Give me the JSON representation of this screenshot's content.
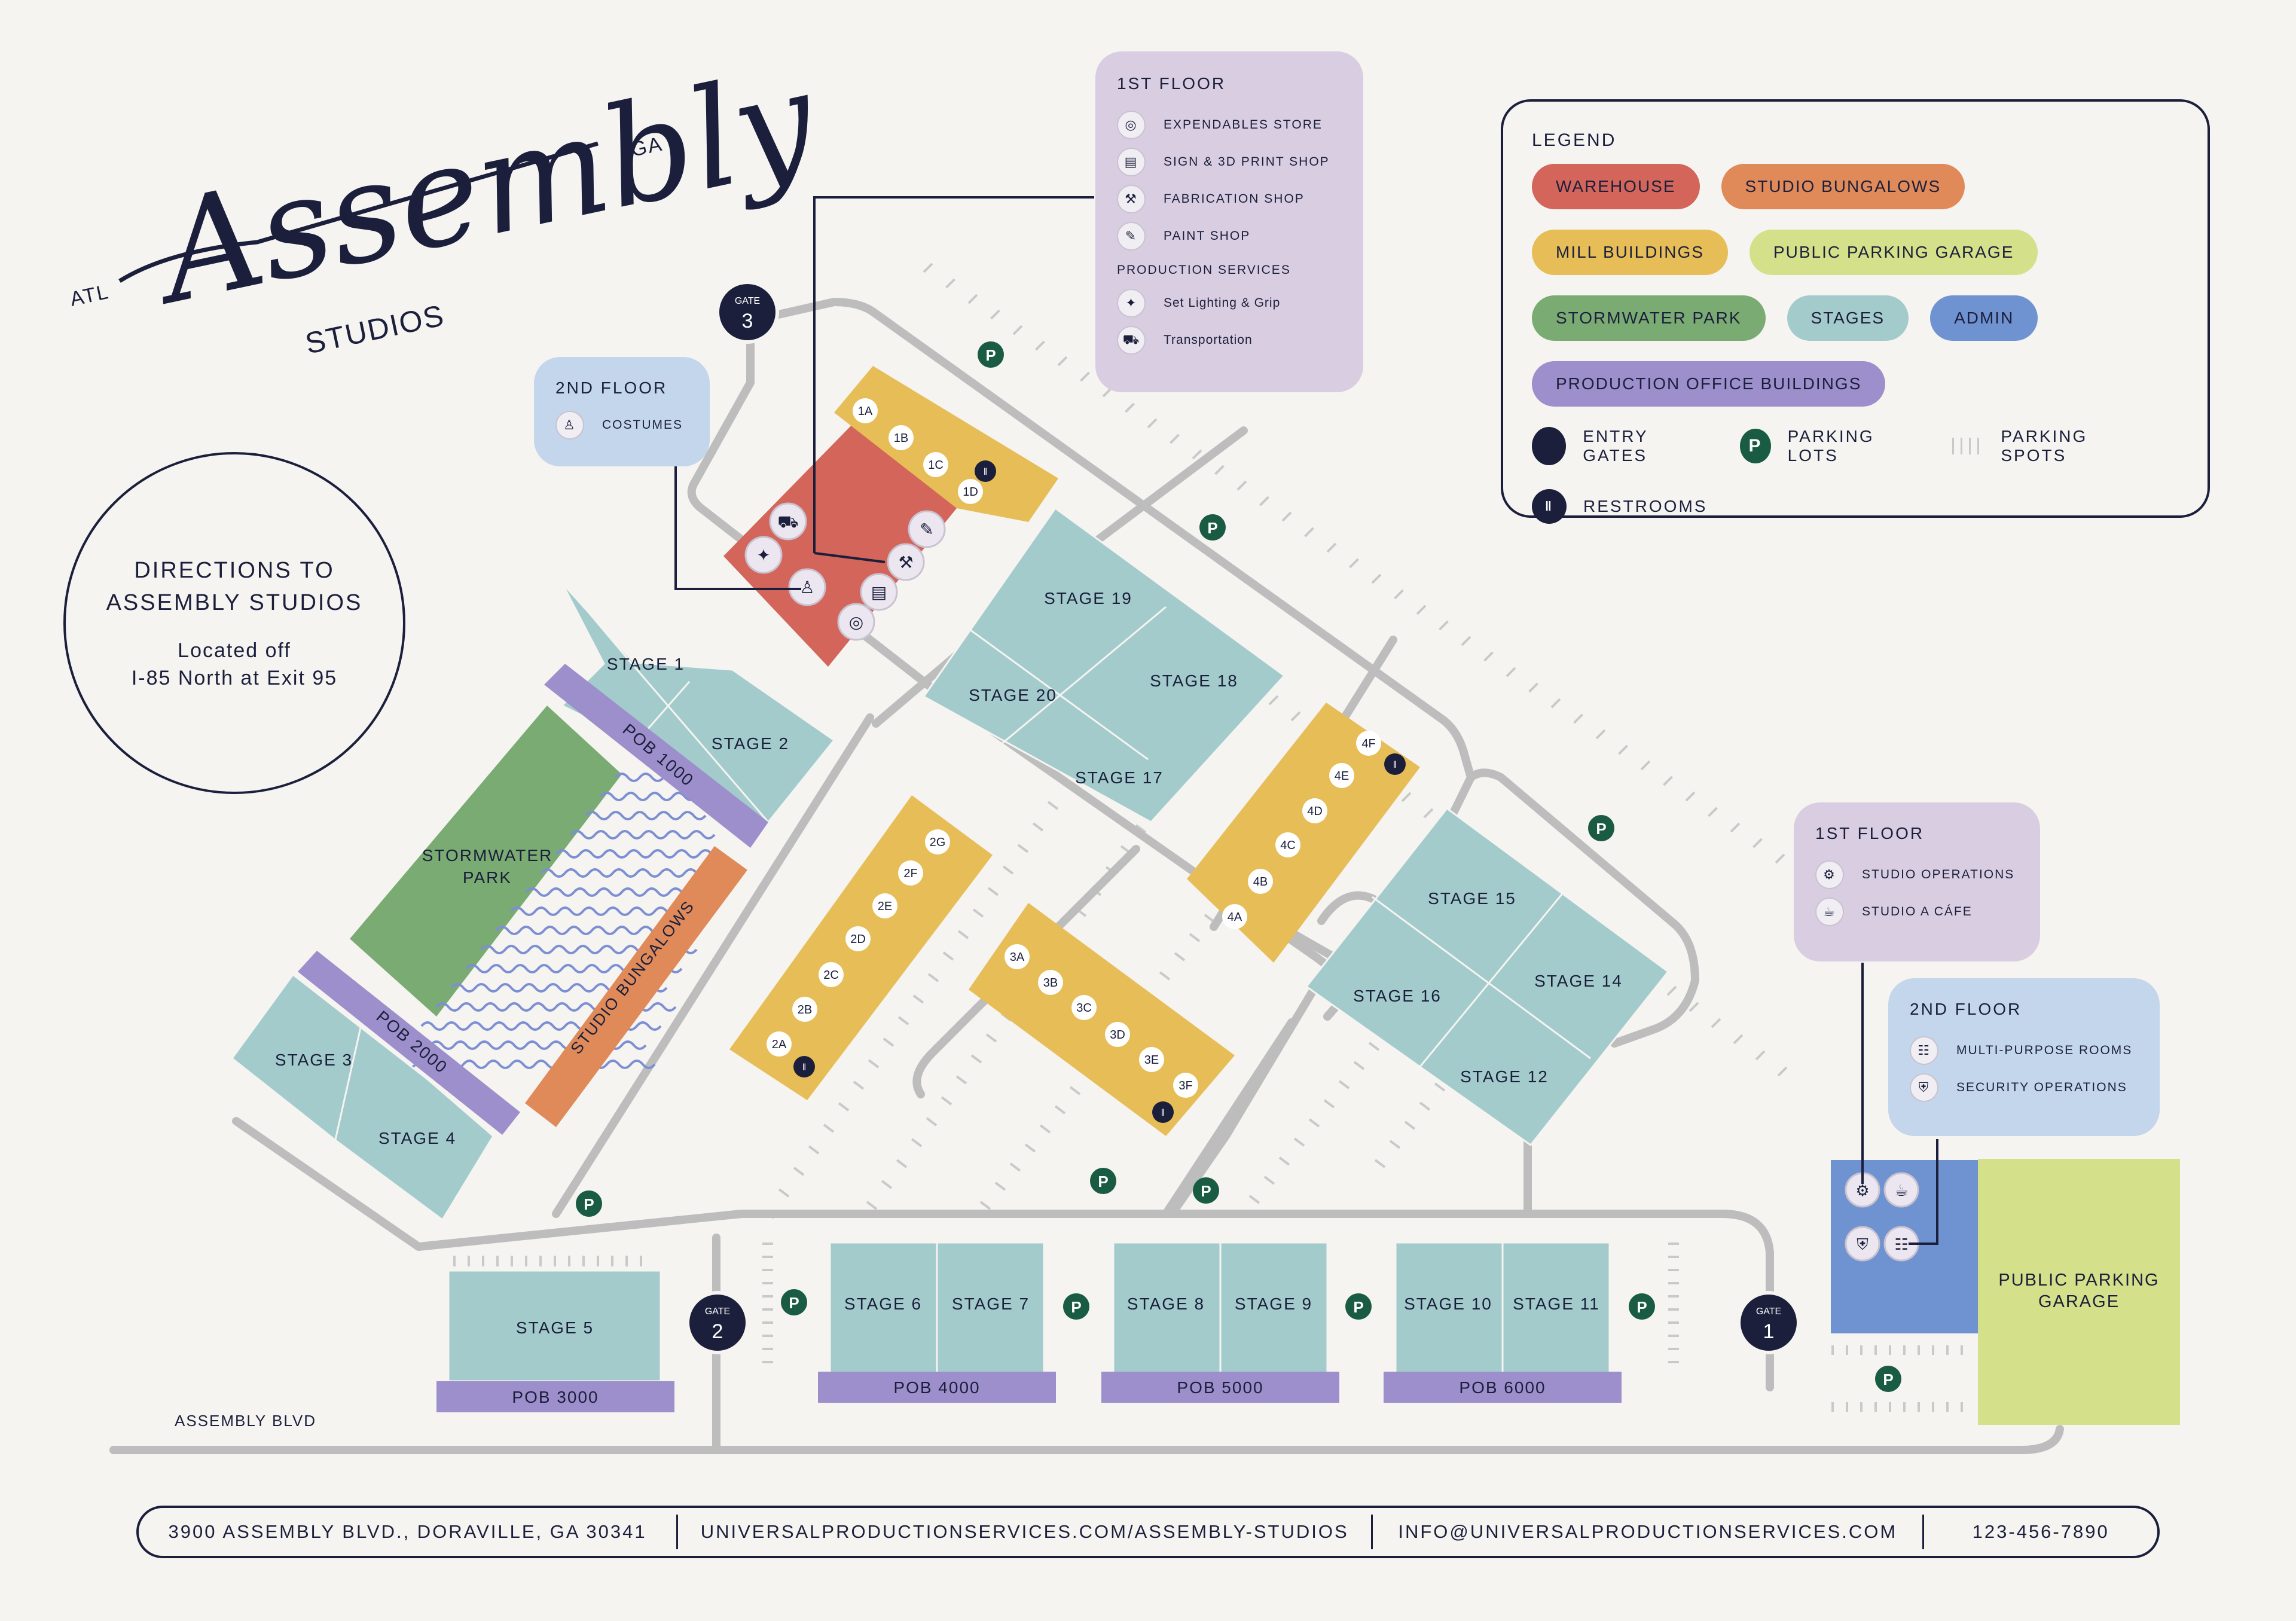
{
  "logo": {
    "script": "Assembly",
    "left_text": "ATL",
    "right_text": "GA",
    "sub_text": "STUDIOS"
  },
  "directions": {
    "title_line1": "DIRECTIONS TO",
    "title_line2": "ASSEMBLY STUDIOS",
    "sub_line1": "Located off",
    "sub_line2": "I-85 North at Exit 95"
  },
  "legend": {
    "title": "LEGEND",
    "chips": [
      {
        "label": "WAREHOUSE",
        "color": "#d4655a"
      },
      {
        "label": "STUDIO BUNGALOWS",
        "color": "#e08a5a"
      },
      {
        "label": "MILL BUILDINGS",
        "color": "#e7bd57"
      },
      {
        "label": "PUBLIC PARKING GARAGE",
        "color": "#d5e08a"
      },
      {
        "label": "STORMWATER PARK",
        "color": "#7aab73"
      },
      {
        "label": "STAGES",
        "color": "#a3cbcc"
      },
      {
        "label": "ADMIN",
        "color": "#6f93d1"
      },
      {
        "label": "PRODUCTION OFFICE BUILDINGS",
        "color": "#9d8fcb"
      }
    ],
    "entry_gates": "ENTRY GATES",
    "parking_lots": "PARKING LOTS",
    "parking_spots": "PARKING SPOTS",
    "restrooms": "RESTROOMS"
  },
  "panels": {
    "warehouse_first_floor": {
      "title": "1ST FLOOR",
      "items": [
        {
          "icon": "expendables-icon",
          "label": "EXPENDABLES STORE"
        },
        {
          "icon": "print-icon",
          "label": "SIGN & 3D PRINT SHOP"
        },
        {
          "icon": "fabrication-icon",
          "label": "FABRICATION SHOP"
        },
        {
          "icon": "paint-icon",
          "label": "PAINT SHOP"
        }
      ],
      "section": "PRODUCTION SERVICES",
      "services": [
        {
          "icon": "lighting-icon",
          "label": "Set Lighting & Grip"
        },
        {
          "icon": "truck-icon",
          "label": "Transportation"
        }
      ]
    },
    "warehouse_second_floor": {
      "title": "2ND FLOOR",
      "items": [
        {
          "icon": "costume-icon",
          "label": "COSTUMES"
        }
      ]
    },
    "admin_first_floor": {
      "title": "1ST FLOOR",
      "items": [
        {
          "icon": "gear-icon",
          "label": "STUDIO OPERATIONS"
        },
        {
          "icon": "coffee-icon",
          "label": "STUDIO A CÁFE"
        }
      ]
    },
    "admin_second_floor": {
      "title": "2ND FLOOR",
      "items": [
        {
          "icon": "people-icon",
          "label": "MULTI-PURPOSE ROOMS"
        },
        {
          "icon": "shield-icon",
          "label": "SECURITY OPERATIONS"
        }
      ]
    }
  },
  "map": {
    "stages": [
      "STAGE 1",
      "STAGE 2",
      "STAGE 3",
      "STAGE 4",
      "STAGE 5",
      "STAGE 6",
      "STAGE 7",
      "STAGE 8",
      "STAGE 9",
      "STAGE 10",
      "STAGE 11",
      "STAGE 12",
      "STAGE 14",
      "STAGE 15",
      "STAGE 16",
      "STAGE 17",
      "STAGE 18",
      "STAGE 19",
      "STAGE 20"
    ],
    "pobs": [
      "POB 1000",
      "POB 2000",
      "POB 3000",
      "POB 4000",
      "POB 5000",
      "POB 6000"
    ],
    "stormwater": [
      "STORMWATER",
      "PARK"
    ],
    "bungalows": "STUDIO BUNGALOWS",
    "garage": [
      "PUBLIC PARKING",
      "GARAGE"
    ],
    "road": "ASSEMBLY BLVD",
    "gate_word": "GATE",
    "gates": [
      "1",
      "2",
      "3"
    ],
    "parking_symbol": "P",
    "units": {
      "warehouse": [
        "1A",
        "1B",
        "1C",
        "1D"
      ],
      "mill2": [
        "2A",
        "2B",
        "2C",
        "2D",
        "2E",
        "2F",
        "2G"
      ],
      "mill3": [
        "3A",
        "3B",
        "3C",
        "3D",
        "3E",
        "3F"
      ],
      "mill4": [
        "4A",
        "4B",
        "4C",
        "4D",
        "4E",
        "4F"
      ]
    }
  },
  "footer": {
    "address": "3900 ASSEMBLY BLVD., DORAVILLE, GA 30341",
    "website": "UNIVERSALPRODUCTIONSERVICES.COM/ASSEMBLY-STUDIOS",
    "email": "INFO@UNIVERSALPRODUCTIONSERVICES.COM",
    "phone": "123-456-7890"
  }
}
